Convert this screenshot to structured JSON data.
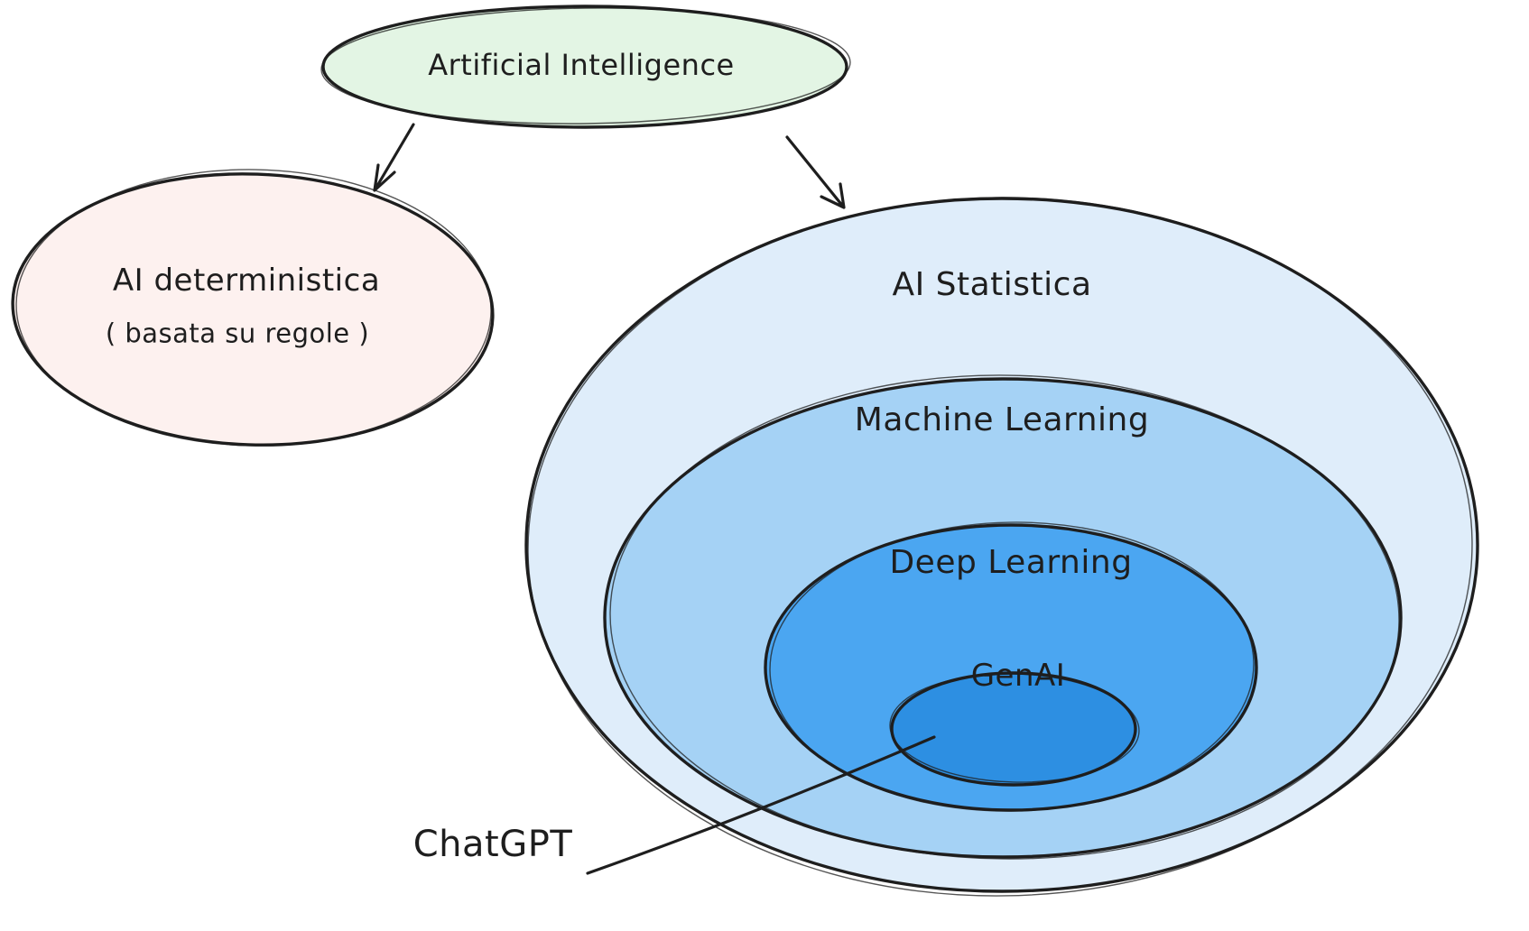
{
  "diagram": {
    "background": "#ffffff",
    "stroke_color": "#1e1e1e",
    "nodes": {
      "artificial_intelligence": {
        "label": "Artificial Intelligence",
        "fill": "#e3f5e4"
      },
      "ai_deterministica": {
        "label": "AI deterministica",
        "sublabel": "( basata su regole )",
        "fill": "#fdf1ef"
      },
      "ai_statistica": {
        "label": "AI Statistica",
        "fill": "#dfedfa"
      },
      "machine_learning": {
        "label": "Machine Learning",
        "fill": "#a5d2f5"
      },
      "deep_learning": {
        "label": "Deep Learning",
        "fill": "#4ba6f1"
      },
      "genai": {
        "label": "GenAI",
        "fill": "#2d8fe2"
      },
      "chatgpt": {
        "label": "ChatGPT"
      }
    },
    "nesting": [
      "ai_statistica",
      "machine_learning",
      "deep_learning",
      "genai"
    ],
    "edges": [
      {
        "from": "artificial_intelligence",
        "to": "ai_deterministica",
        "type": "arrow"
      },
      {
        "from": "artificial_intelligence",
        "to": "ai_statistica",
        "type": "arrow"
      },
      {
        "from": "chatgpt",
        "to": "genai",
        "type": "line"
      }
    ]
  }
}
